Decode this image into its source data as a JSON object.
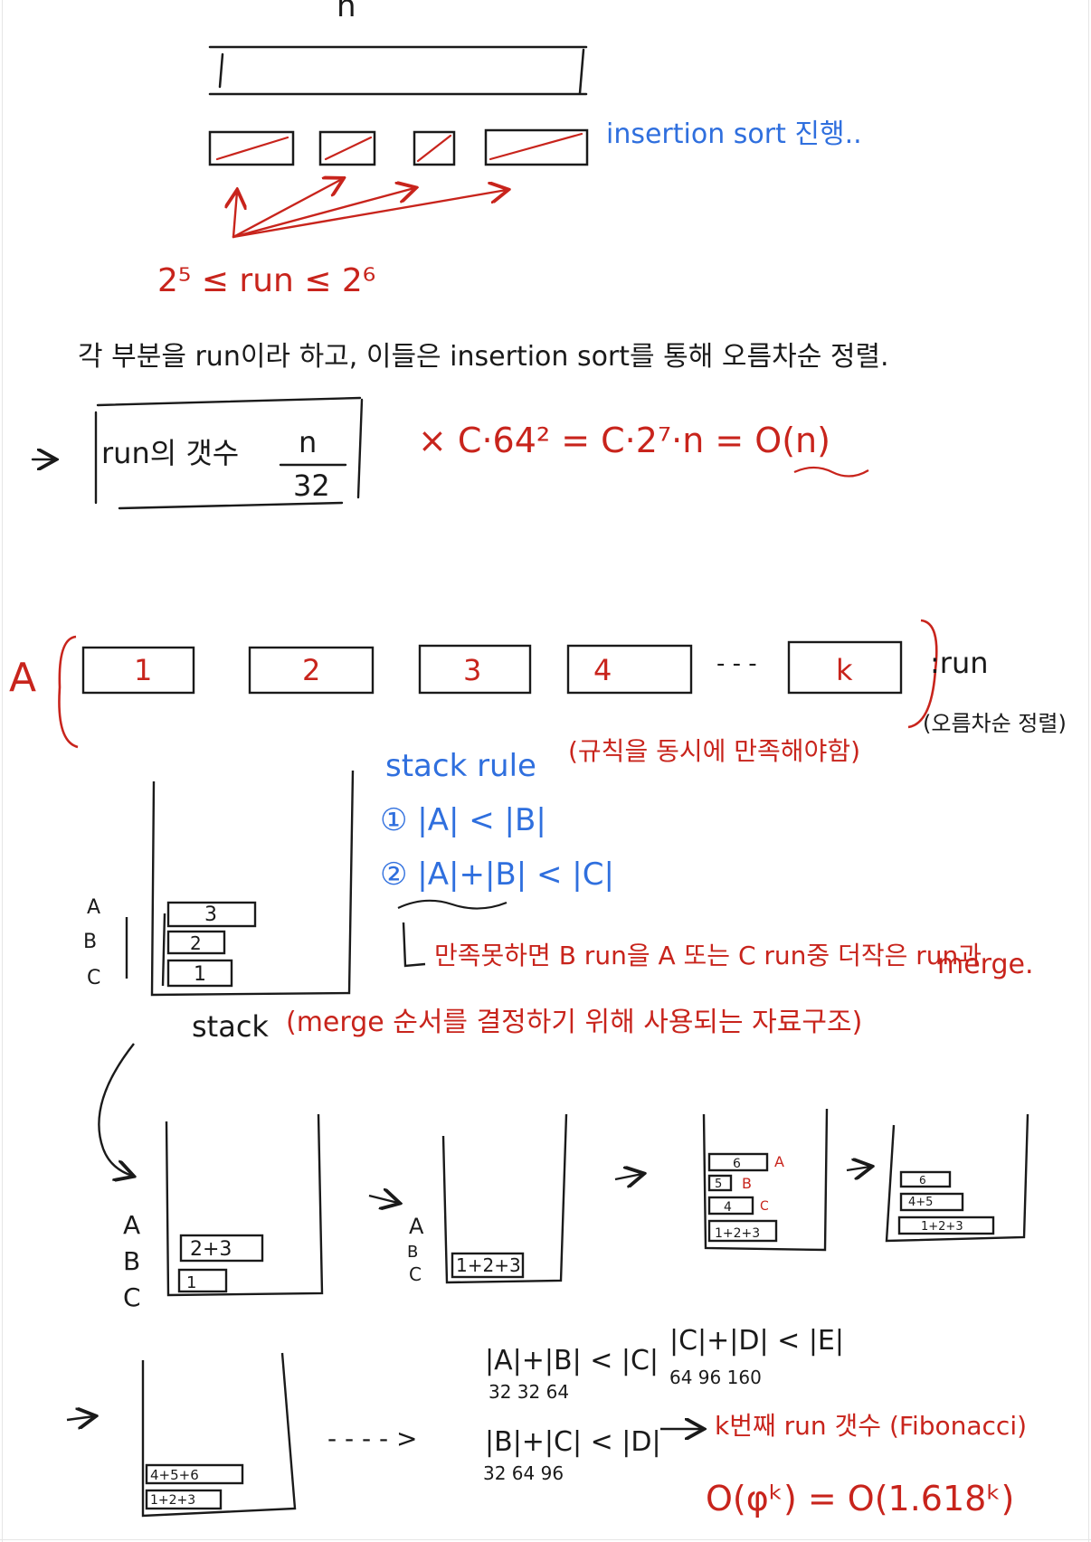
{
  "colors": {
    "black": "#1a1a1a",
    "red": "#c8241c",
    "blue": "#2f6fde"
  },
  "section1": {
    "n_label": "n",
    "insertion_note": "insertion sort 진행..",
    "run_bound": "2⁵ ≤ run ≤ 2⁶",
    "description": "각 부분을 run이라 하고, 이들은 insertion sort를 통해 오름차순 정렬.",
    "run_count_label": "run의 갯수",
    "run_count_num": "n",
    "run_count_den": "32",
    "complexity": "× C·64² = C·2⁷·n = O(n)"
  },
  "section2": {
    "A_label": "A",
    "runs": [
      "1",
      "2",
      "3",
      "4",
      "k"
    ],
    "dots": "- - -",
    "run_suffix": ":run",
    "run_note": "(오름차순 정렬)",
    "stack_rule_title": "stack rule",
    "stack_rule_note": "(규칙을 동시에 만족해야함)",
    "rule1": "① |A| < |B|",
    "rule2": "② |A|+|B| < |C|",
    "fail_note": "만족못하면 B run을 A 또는 C run중 더작은 run과",
    "merge_word": "merge.",
    "stack_labels": [
      "A",
      "B",
      "C"
    ],
    "stack_items": [
      "3",
      "2",
      "1"
    ],
    "stack_word": "stack",
    "stack_note": "(merge 순서를 결정하기 위해 사용되는 자료구조)"
  },
  "section3": {
    "s1_labels": [
      "A",
      "B",
      "C"
    ],
    "s1_items": [
      "2+3",
      "1"
    ],
    "s2_labels": [
      "A",
      "B",
      "C"
    ],
    "s2_items": [
      "1+2+3"
    ],
    "s3_items": [
      "6",
      "5",
      "4",
      "1+2+3"
    ],
    "s3_labels": [
      "A",
      "B",
      "C"
    ],
    "s4_items": [
      "6",
      "4+5",
      "1+2+3"
    ],
    "s5_items": [
      "4+5+6",
      "1+2+3"
    ],
    "dots": "- - - - >",
    "eq1": "|A|+|B| < |C|",
    "eq1_vals": "32  32  64",
    "eq2": "|B|+|C| < |D|",
    "eq2_vals": "32  64  96",
    "eq3": "|C|+|D| < |E|",
    "eq3_vals": "64  96  160",
    "fib_note": "k번째 run 갯수 (Fibonacci)",
    "fib_bigo": "O(φᵏ) = O(1.618ᵏ)"
  }
}
